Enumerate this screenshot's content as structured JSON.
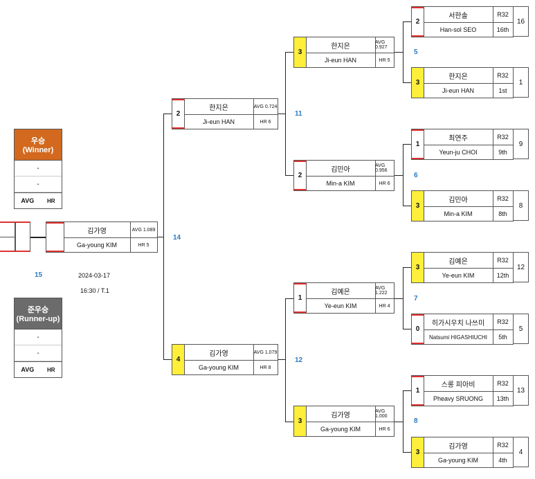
{
  "winner": {
    "title_ko": "우승",
    "title_en": "(Winner)",
    "line1": "-",
    "line2": "-",
    "avg": "AVG",
    "hr": "HR",
    "color": "#d2691e"
  },
  "runnerup": {
    "title_ko": "준우승",
    "title_en": "(Runner-up)",
    "line1": "-",
    "line2": "-",
    "avg": "AVG",
    "hr": "HR",
    "color": "#6b6b6b"
  },
  "final": {
    "no": "15",
    "date": "2024-03-17",
    "time": "16:30 /  T.1"
  },
  "matchnos": {
    "m5": "5",
    "m6": "6",
    "m7": "7",
    "m8": "8",
    "m11": "11",
    "m12": "12",
    "m14": "14"
  },
  "r32": [
    {
      "score": "2",
      "ko": "서한솔",
      "en": "Han-sol SEO",
      "r": "R32",
      "place": "16th",
      "final": "16",
      "win": false
    },
    {
      "score": "3",
      "ko": "한지은",
      "en": "Ji-eun HAN",
      "r": "R32",
      "place": "1st",
      "final": "1",
      "win": true
    },
    {
      "score": "1",
      "ko": "최연주",
      "en": "Yeun-ju CHOI",
      "r": "R32",
      "place": "9th",
      "final": "9",
      "win": false
    },
    {
      "score": "3",
      "ko": "김민아",
      "en": "Min-a KIM",
      "r": "R32",
      "place": "8th",
      "final": "8",
      "win": true
    },
    {
      "score": "3",
      "ko": "김예은",
      "en": "Ye-eun KIM",
      "r": "R32",
      "place": "12th",
      "final": "12",
      "win": true
    },
    {
      "score": "0",
      "ko": "히가시우치 나쓰미",
      "en": "Natsumi HIGASHIUCHI",
      "r": "R32",
      "place": "5th",
      "final": "5",
      "win": false
    },
    {
      "score": "1",
      "ko": "스롱 피아비",
      "en": "Pheavy SRUONG",
      "r": "R32",
      "place": "13th",
      "final": "13",
      "win": false
    },
    {
      "score": "3",
      "ko": "김가영",
      "en": "Ga-young KIM",
      "r": "R32",
      "place": "4th",
      "final": "4",
      "win": true
    }
  ],
  "r16": [
    {
      "score": "3",
      "ko": "한지은",
      "en": "Ji-eun HAN",
      "avg": "AVG 0.927",
      "hr": "HR 5",
      "win": true
    },
    {
      "score": "2",
      "ko": "김민아",
      "en": "Min-a KIM",
      "avg": "AVG 0.956",
      "hr": "HR 6",
      "win": false
    },
    {
      "score": "1",
      "ko": "김예은",
      "en": "Ye-eun KIM",
      "avg": "AVG 1.222",
      "hr": "HR 4",
      "win": false
    },
    {
      "score": "3",
      "ko": "김가영",
      "en": "Ga-young KIM",
      "avg": "AVG 1.000",
      "hr": "HR 6",
      "win": true
    }
  ],
  "qf": [
    {
      "score": "2",
      "ko": "한지은",
      "en": "Ji-eun HAN",
      "avg": "AVG 0.724",
      "hr": "HR 6",
      "win": false
    },
    {
      "score": "4",
      "ko": "김가영",
      "en": "Ga-young KIM",
      "avg": "AVG 1.079",
      "hr": "HR 8",
      "win": true
    }
  ],
  "sf": {
    "score": "",
    "ko": "김가영",
    "en": "Ga-young KIM",
    "avg": "AVG 1.089",
    "hr": "HR 5"
  }
}
